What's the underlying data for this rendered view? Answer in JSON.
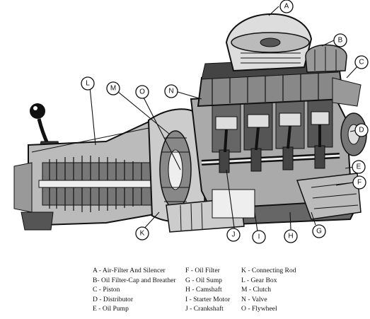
{
  "diagram": {
    "callouts": [
      {
        "letter": "A"
      },
      {
        "letter": "B"
      },
      {
        "letter": "C"
      },
      {
        "letter": "D"
      },
      {
        "letter": "E"
      },
      {
        "letter": "F"
      },
      {
        "letter": "G"
      },
      {
        "letter": "H"
      },
      {
        "letter": "I"
      },
      {
        "letter": "J"
      },
      {
        "letter": "K"
      },
      {
        "letter": "L"
      },
      {
        "letter": "M"
      },
      {
        "letter": "N"
      },
      {
        "letter": "O"
      }
    ]
  },
  "legend": {
    "col1": [
      "A - Air-Filter And Silencer",
      "B- Oil Filter-Cap and Breather",
      "C - Piston",
      "D - Distributor",
      "E - Oil Pump"
    ],
    "col2": [
      "F - Oil Filter",
      "G - Oil Sump",
      "H - Camshaft",
      "I - Starter Motor",
      "J - Crankshaft"
    ],
    "col3": [
      "K - Connecting Rod",
      "L - Gear Box",
      "M - Clutch",
      "N - Valve",
      "O - Flywheel"
    ]
  }
}
